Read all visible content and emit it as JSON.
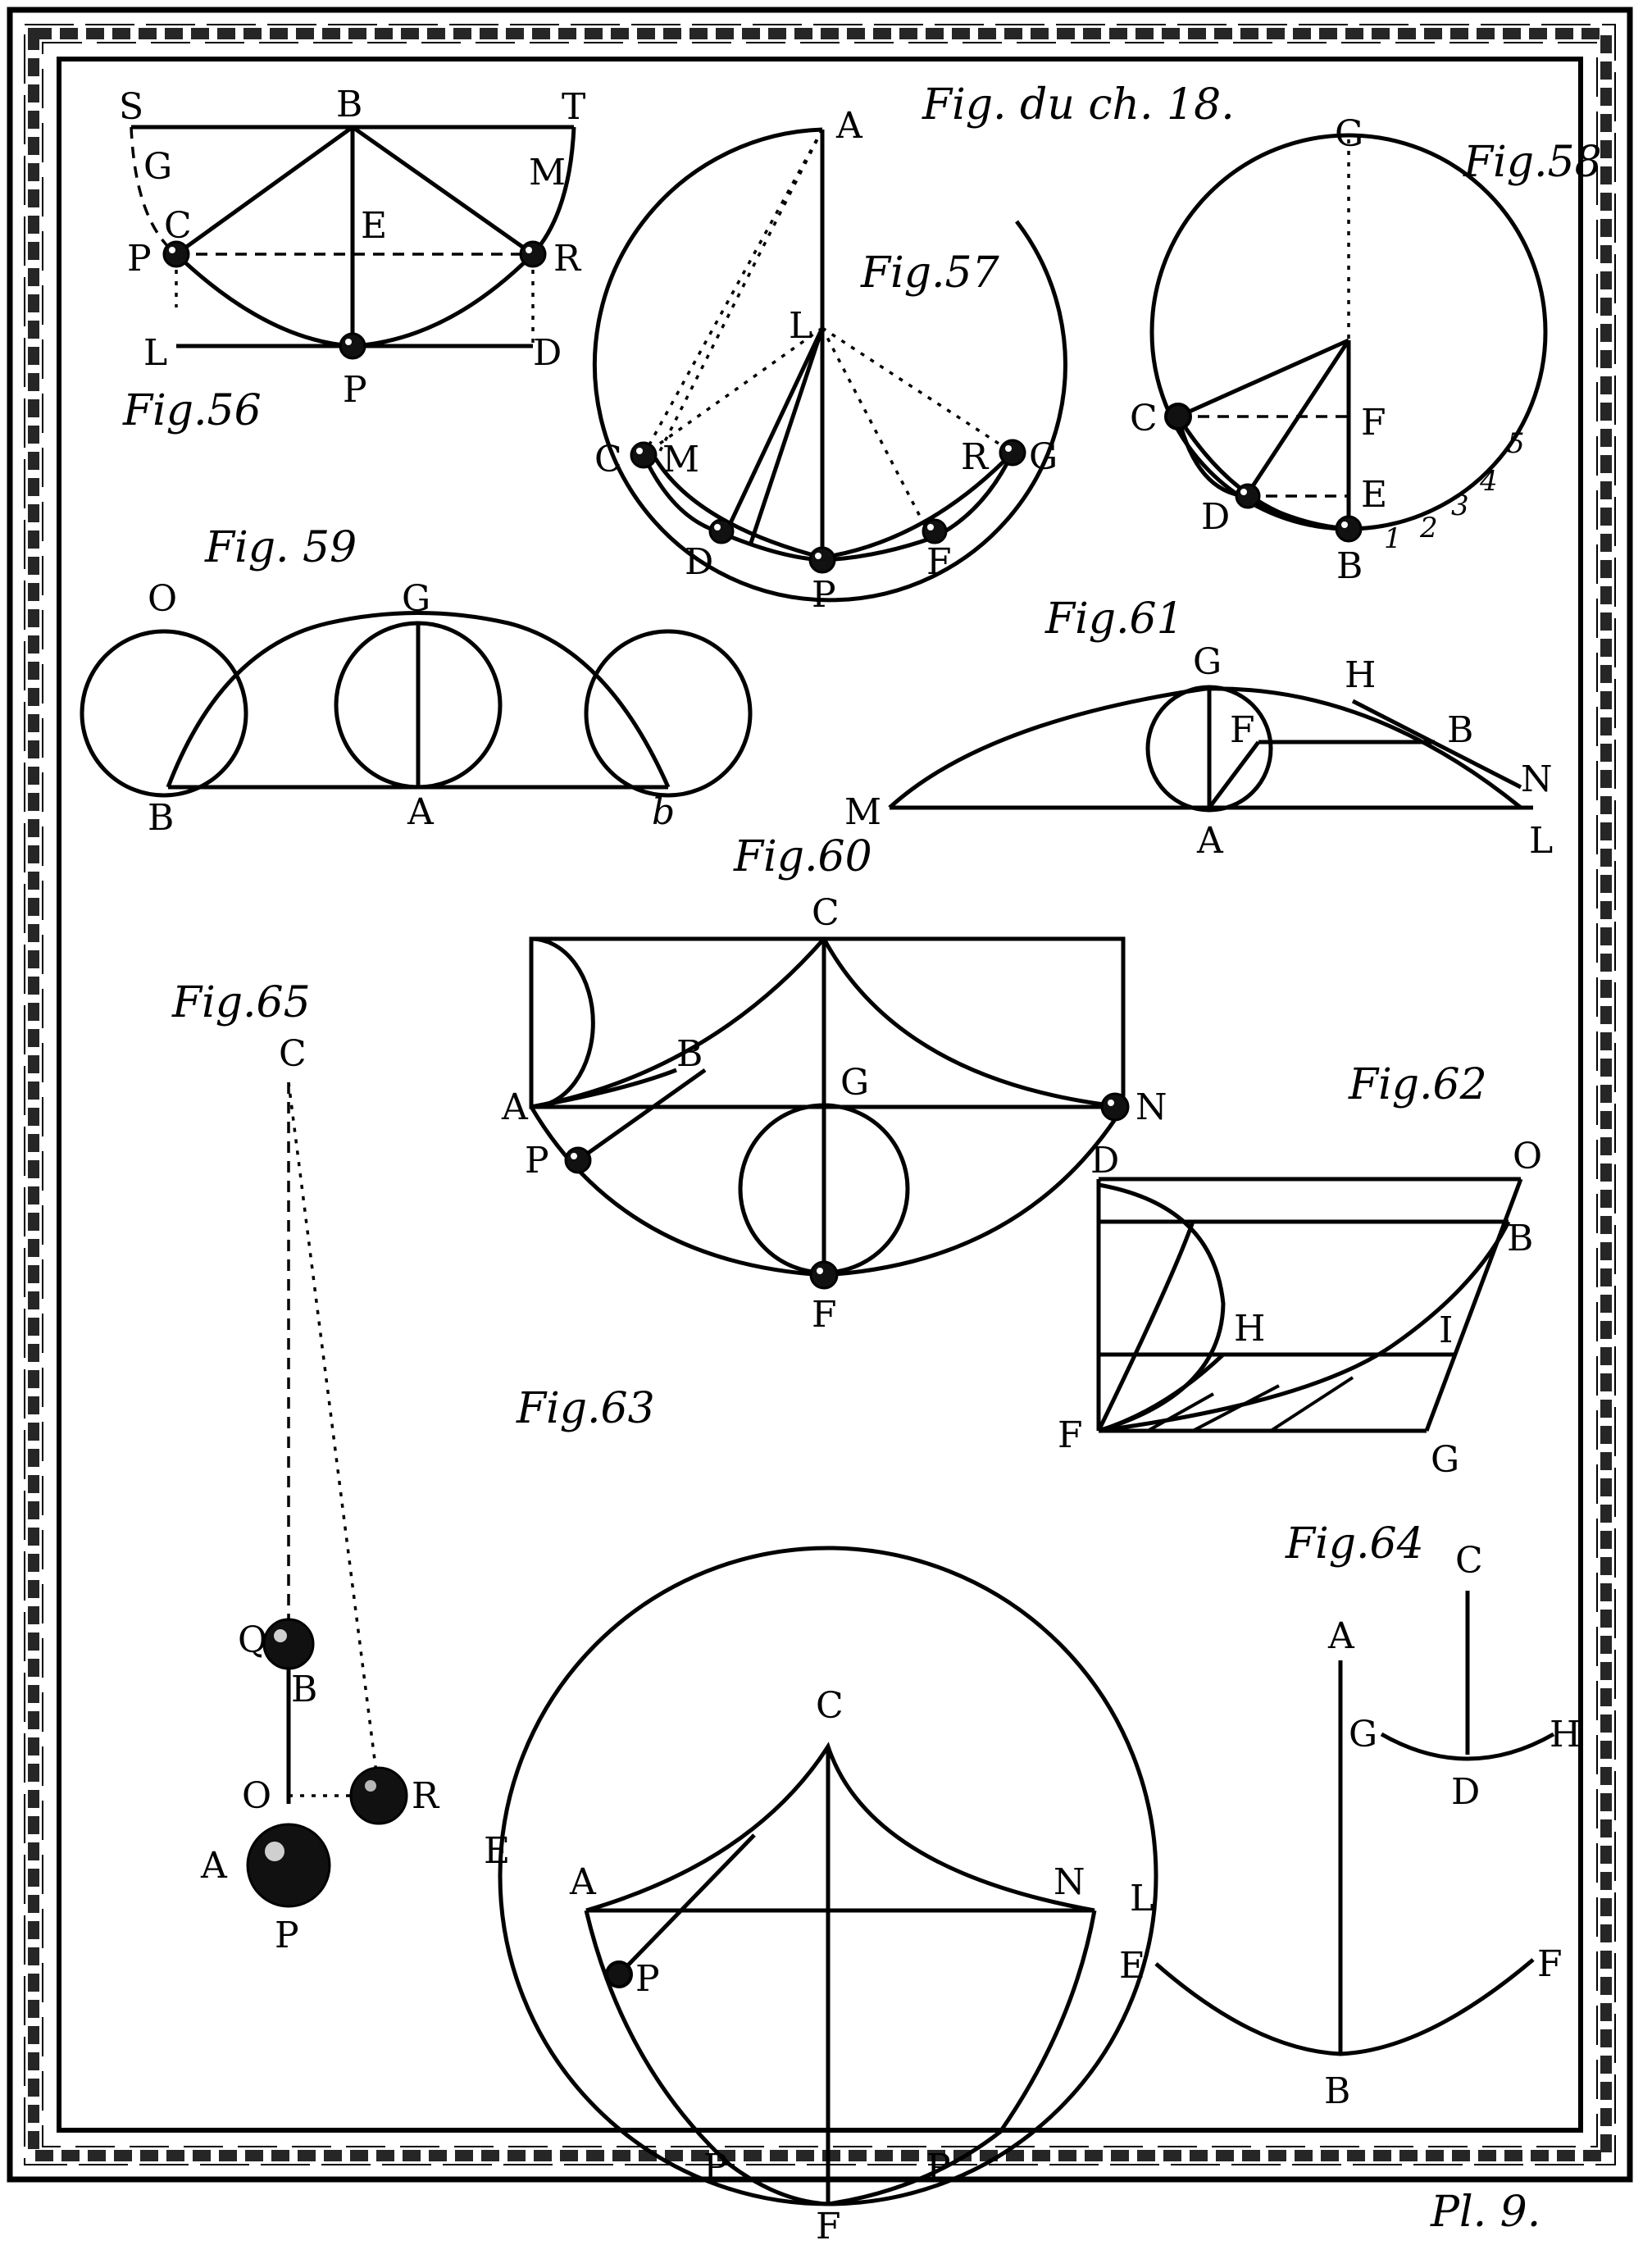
{
  "plate": {
    "header": "Fig. du ch. 18.",
    "footer": "Pl. 9."
  },
  "figures": {
    "fig56": {
      "title": "Fig.56",
      "labels": {
        "S": "S",
        "B": "B",
        "T": "T",
        "G": "G",
        "M": "M",
        "C": "C",
        "E": "E",
        "P_left": "P",
        "R": "R",
        "L": "L",
        "P_bottom": "P",
        "D": "D"
      }
    },
    "fig57": {
      "title": "Fig.57",
      "labels": {
        "A": "A",
        "L": "L",
        "C": "C",
        "M": "M",
        "R": "R",
        "G": "G",
        "D": "D",
        "P": "P",
        "F": "F"
      }
    },
    "fig58": {
      "title": "Fig.58",
      "labels": {
        "G": "G",
        "C": "C",
        "F": "F",
        "D": "D",
        "E": "E",
        "B": "B"
      },
      "scale_numbers": [
        "1",
        "2",
        "3",
        "4",
        "5"
      ]
    },
    "fig59": {
      "title": "Fig. 59",
      "labels": {
        "O": "O",
        "G": "G",
        "B": "B",
        "A": "A",
        "b": "b"
      }
    },
    "fig60": {
      "title": "Fig.60",
      "labels": {
        "C": "C",
        "B": "B",
        "A": "A",
        "G": "G",
        "N": "N",
        "P": "P",
        "F": "F"
      }
    },
    "fig61": {
      "title": "Fig.61",
      "labels": {
        "G": "G",
        "H": "H",
        "F": "F",
        "B": "B",
        "N": "N",
        "M": "M",
        "A": "A",
        "L": "L"
      }
    },
    "fig62": {
      "title": "Fig.62",
      "labels": {
        "D": "D",
        "O": "O",
        "B": "B",
        "H": "H",
        "I": "I",
        "F": "F",
        "G": "G"
      }
    },
    "fig63": {
      "title": "Fig.63",
      "labels": {
        "C": "C",
        "E": "E",
        "A": "A",
        "N": "N",
        "L": "L",
        "P_left": "P",
        "P_bottom_left": "P",
        "F": "F",
        "P_bottom_right": "P"
      }
    },
    "fig64": {
      "title": "Fig.64",
      "labels": {
        "C": "C",
        "A": "A",
        "G": "G",
        "H": "H",
        "D": "D",
        "E": "E",
        "F": "F",
        "B": "B"
      }
    },
    "fig65": {
      "title": "Fig.65",
      "labels": {
        "C": "C",
        "Q": "Q",
        "B": "B",
        "O": "O",
        "R": "R",
        "A": "A",
        "P": "P"
      }
    }
  }
}
